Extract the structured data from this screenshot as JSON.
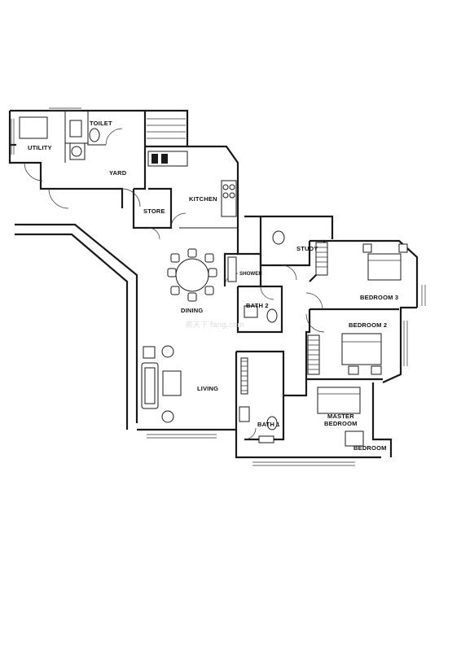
{
  "rooms": {
    "utility": "UTILITY",
    "toilet": "TOILET",
    "yard": "YARD",
    "kitchen": "KITCHEN",
    "store": "STORE",
    "study": "STUDY",
    "shower": "SHOWER",
    "bath2": "BATH 2",
    "dining": "DINING",
    "bedroom3": "BEDROOM 3",
    "bedroom2": "BEDROOM 2",
    "living": "LIVING",
    "bath1": "BATH 1",
    "master_line1": "MASTER",
    "master_line2": "BEDROOM",
    "bedroom": "BEDROOM"
  },
  "watermark": "房天下 fang.com"
}
